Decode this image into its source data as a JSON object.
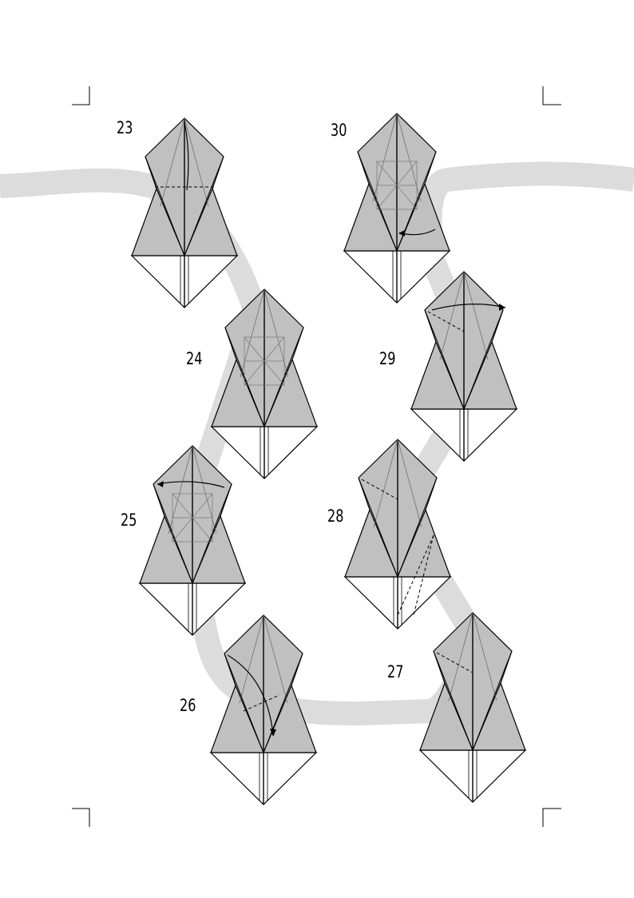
{
  "steps": [
    {
      "number": "23"
    },
    {
      "number": "24"
    },
    {
      "number": "25"
    },
    {
      "number": "26"
    },
    {
      "number": "27"
    },
    {
      "number": "28"
    },
    {
      "number": "29"
    },
    {
      "number": "30"
    }
  ],
  "colors": {
    "paper": "#c0c0c0",
    "band": "#dcdcdc",
    "line": "#000000"
  }
}
